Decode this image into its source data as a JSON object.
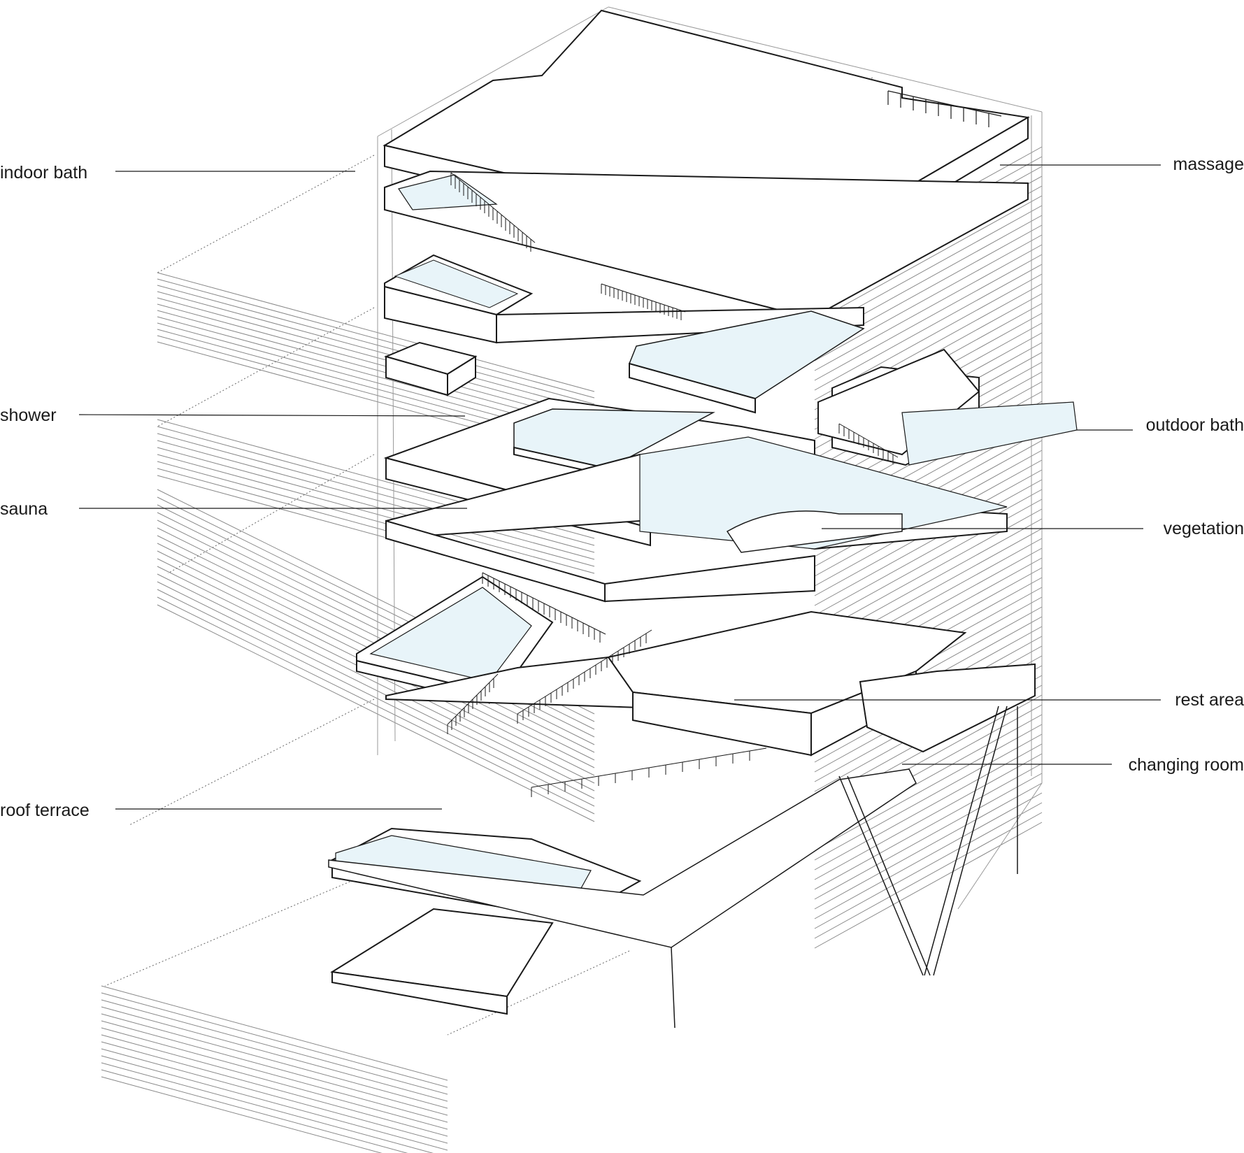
{
  "labels": {
    "indoor_bath": "indoor bath",
    "shower": "shower",
    "sauna": "sauna",
    "roof_terrace": "roof terrace",
    "massage": "massage",
    "outdoor_bath": "outdoor bath",
    "vegetation": "vegetation",
    "rest_area": "rest area",
    "changing_room": "changing room"
  },
  "colors": {
    "line": "#1a1a1a",
    "fine_line": "#777777",
    "water": "#e8f4f9",
    "paper": "#ffffff"
  }
}
